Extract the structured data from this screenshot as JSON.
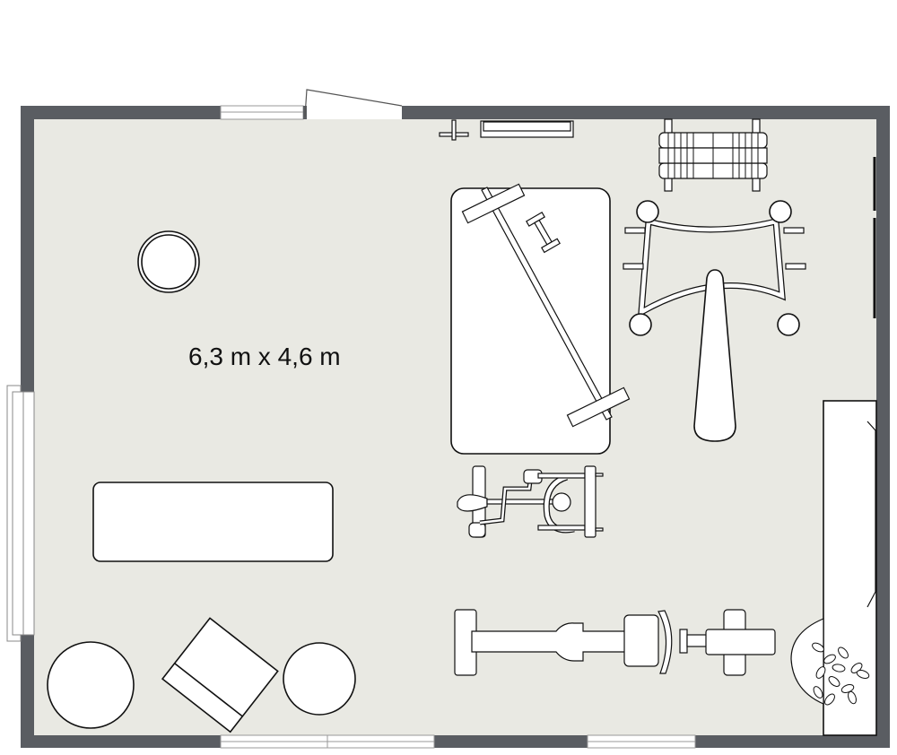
{
  "floor_plan": {
    "room_dimensions": "6,3 m x 4,6 m",
    "colors": {
      "wall": "#5a5d62",
      "floor": "#e9e9e3",
      "furniture": "#ffffff",
      "outline": "#111111"
    },
    "items": [
      "door",
      "windows",
      "round-table",
      "bench",
      "weight-mat",
      "barbell",
      "dumbbell",
      "dumbbell-rack",
      "barbell-rack",
      "multi-gym",
      "leg-press",
      "rowing-machine",
      "plant",
      "cabinet",
      "round-ottoman",
      "armchair"
    ]
  }
}
